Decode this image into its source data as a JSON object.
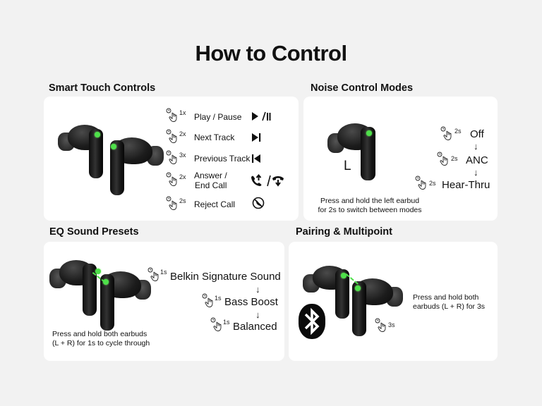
{
  "page": {
    "title": "How to Control"
  },
  "accent_color": "#4ee04a",
  "sections": {
    "smart_touch": {
      "title": "Smart Touch Controls",
      "rows": [
        {
          "taps": "1x",
          "label": "Play / Pause",
          "icon": "play-pause-icon"
        },
        {
          "taps": "2x",
          "label": "Next Track",
          "icon": "next-track-icon"
        },
        {
          "taps": "3x",
          "label": "Previous Track",
          "icon": "previous-track-icon"
        },
        {
          "taps": "2x",
          "label_line1": "Answer /",
          "label_line2": "End Call",
          "icon": "answer-end-call-icon"
        },
        {
          "taps": "2s",
          "label": "Reject Call",
          "icon": "reject-call-icon"
        }
      ]
    },
    "noise_control": {
      "title": "Noise Control Modes",
      "earbud_label": "L",
      "modes": [
        {
          "hold": "2s",
          "label": "Off"
        },
        {
          "hold": "2s",
          "label": "ANC"
        },
        {
          "hold": "2s",
          "label": "Hear-Thru"
        }
      ],
      "arrow": "↓",
      "caption_line1": "Press and hold the left earbud",
      "caption_line2": "for 2s to switch between modes"
    },
    "eq_presets": {
      "title": "EQ Sound Presets",
      "presets": [
        {
          "hold": "1s",
          "label": "Belkin Signature Sound"
        },
        {
          "hold": "1s",
          "label": "Bass Boost"
        },
        {
          "hold": "1s",
          "label": "Balanced"
        }
      ],
      "arrow": "↓",
      "caption_line1": "Press and hold both earbuds",
      "caption_line2": "(L + R) for 1s to cycle through"
    },
    "pairing": {
      "title": "Pairing & Multipoint",
      "hold": "3s",
      "caption_line1": "Press and hold both",
      "caption_line2": "earbuds (L + R)  for 3s",
      "icon": "bluetooth-icon"
    }
  }
}
